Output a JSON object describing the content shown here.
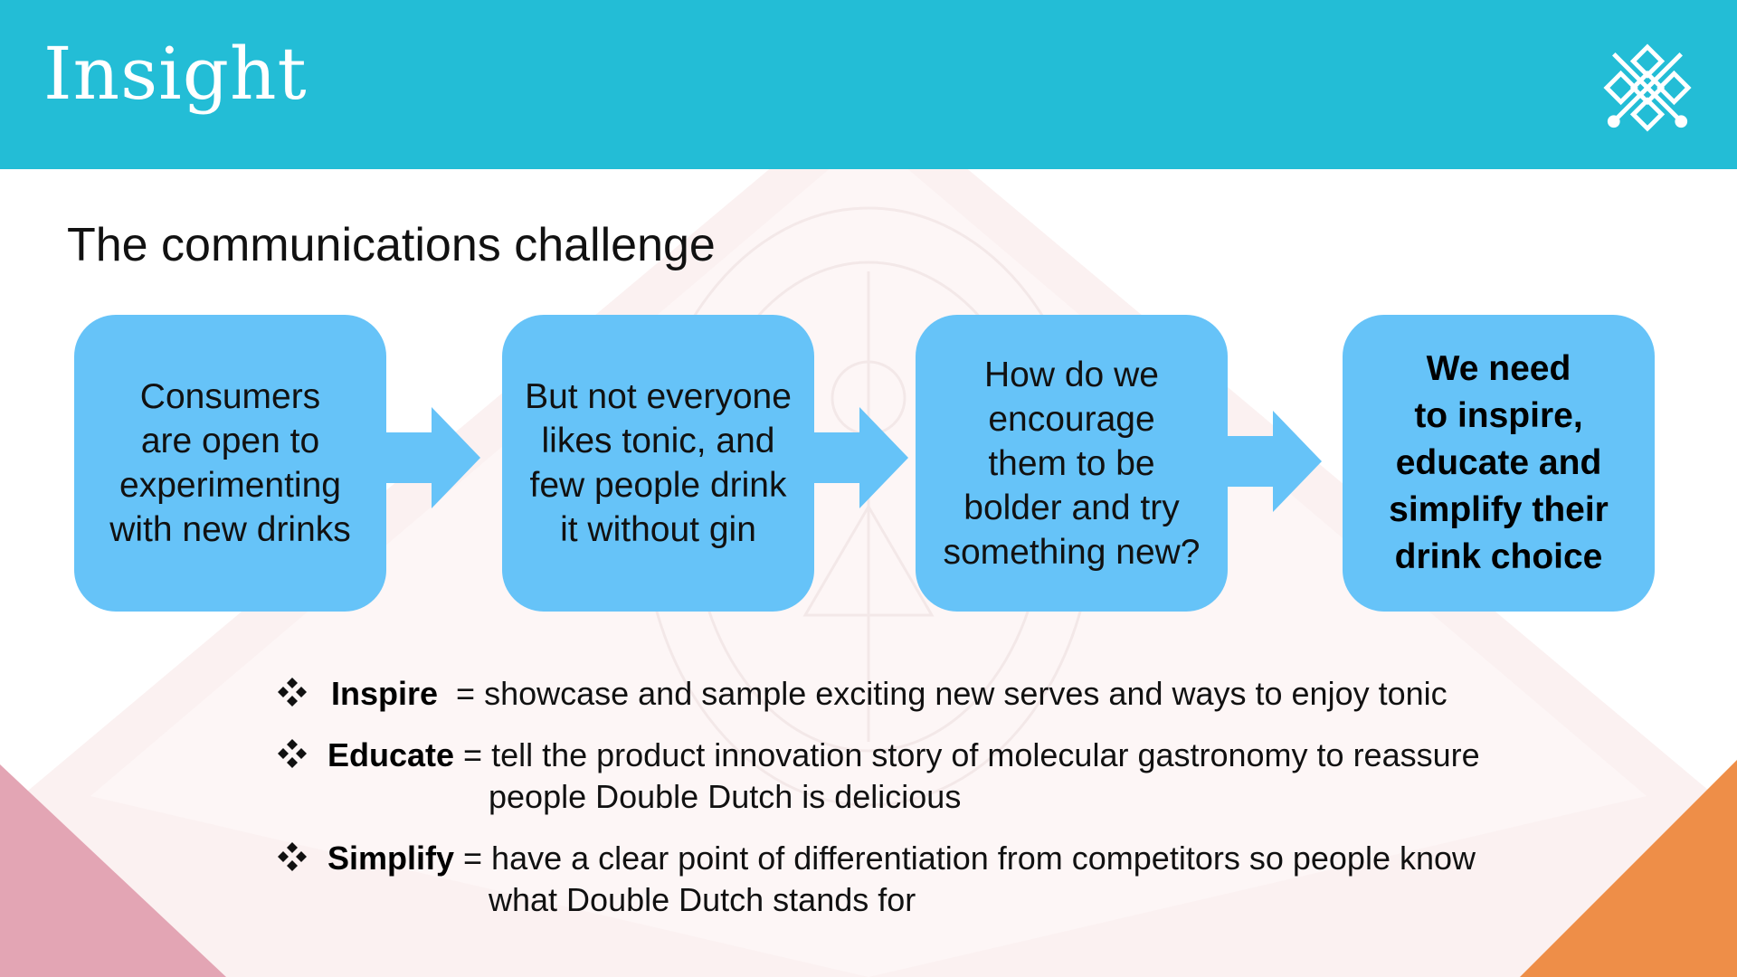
{
  "header": {
    "title": "Insight",
    "logo_icon": "diamond-lattice-logo-icon",
    "background_color": "#23bdd6"
  },
  "subtitle": "The communications challenge",
  "steps": [
    {
      "text": "Consumers\nare open to\nexperimenting\nwith new drinks",
      "bold": false
    },
    {
      "text": "But not everyone\nlikes tonic, and\nfew people drink\nit without gin",
      "bold": false
    },
    {
      "text": "How do we\nencourage\nthem to be\nbolder and try\nsomething new?",
      "bold": false
    },
    {
      "text": "We need\nto inspire,\neducate and\nsimplify their\ndrink choice",
      "bold": true
    }
  ],
  "step_color": "#66c3f8",
  "arrow_color": "#66c3f8",
  "bullets": [
    {
      "icon": "diamond-bullet-icon",
      "term": "Inspire",
      "line1": "  = showcase and sample exciting new serves and ways to enjoy tonic",
      "line2": ""
    },
    {
      "icon": "diamond-bullet-icon",
      "term": "Educate",
      "line1": " = tell the product innovation story of molecular gastronomy to reassure",
      "line2": "people Double Dutch is delicious"
    },
    {
      "icon": "diamond-bullet-icon",
      "term": "Simplify",
      "line1": " = have a clear point of differentiation from competitors so people know",
      "line2": "what Double Dutch stands for"
    }
  ],
  "corner_colors": {
    "left": "#e3a5b4",
    "right": "#ee8e48"
  }
}
